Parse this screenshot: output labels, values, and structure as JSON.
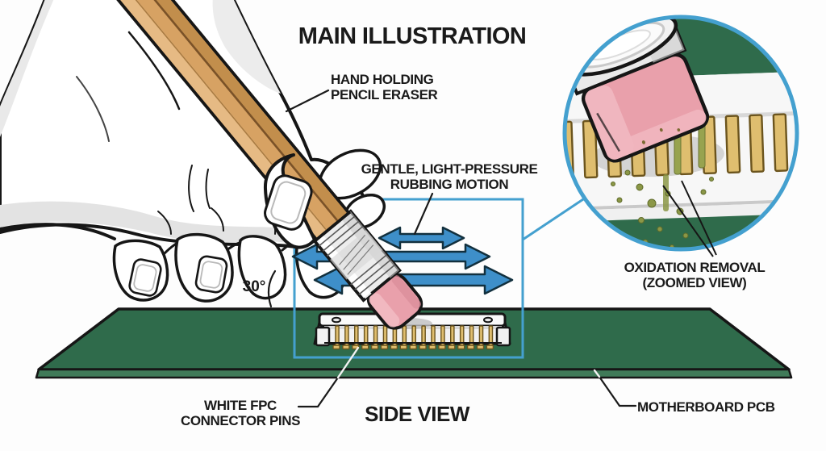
{
  "title": "MAIN ILLUSTRATION",
  "annotations": {
    "hand_label": {
      "line1": "HAND HOLDING",
      "line2": "PENCIL ERASER"
    },
    "motion_label": {
      "line1": "GENTLE, LIGHT-PRESSURE",
      "line2": "RUBBING MOTION"
    },
    "angle_label": "30°",
    "zoom_label": {
      "line1": "OXIDATION REMOVAL",
      "line2": "(ZOOMED VIEW)"
    },
    "connector_label": {
      "line1": "WHITE FPC",
      "line2": "CONNECTOR PINS"
    },
    "side_view_label": "SIDE VIEW",
    "pcb_label": "MOTHERBOARD PCB"
  },
  "connector": {
    "pin_count": 17
  },
  "zoomed_view": {
    "pin_count": 11
  },
  "colors": {
    "callout_blue": "#44A0CF",
    "arrow_blue": "#3E8FC9",
    "arrow_outline": "#12303E",
    "pcb_green": "#2F6B4B",
    "pcb_edge_green": "#3F7A58",
    "pin_gold": "#DFBE6F",
    "pin_outline": "#6B541D",
    "eraser_pink": "#E9A0AB",
    "wood_tan": "#D7A263",
    "ink": "#1A1A1A",
    "oxidation_olive": "#8B9747",
    "paper": "#FDFDFD"
  }
}
